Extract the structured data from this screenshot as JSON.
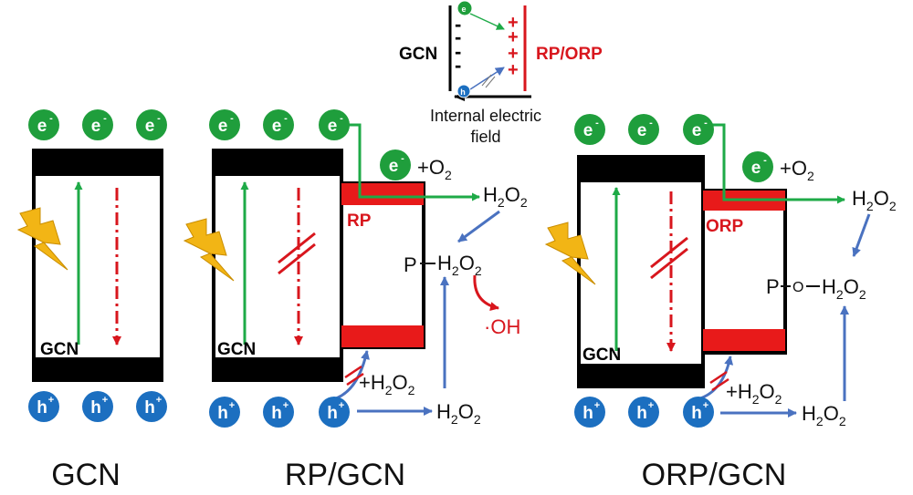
{
  "captions": {
    "gcn": "GCN",
    "rp_gcn": "RP/GCN",
    "orp_gcn": "ORP/GCN"
  },
  "carriers": {
    "electron": "e",
    "hole": "h",
    "minus": "-",
    "plus": "+"
  },
  "labels": {
    "gcn": "GCN",
    "rp": "RP",
    "orp": "ORP",
    "p": "P",
    "o": "O"
  },
  "chem": {
    "plus_o2": "+O",
    "plus_h2o": "+H",
    "h2o2_h": "H",
    "o2_o": "O",
    "sub2": "2",
    "oh": "·OH"
  },
  "inset": {
    "gcn": "GCN",
    "rp_orp": "RP/ORP",
    "field_line1": "Internal electric",
    "field_line2": "field"
  },
  "colors": {
    "electron": "#1f9e3c",
    "hole": "#1c6fc0",
    "red": "#d8161d",
    "green_arrow": "#1eaa47",
    "blue_arrow": "#4a72c0",
    "bolt": "#f2b515"
  }
}
